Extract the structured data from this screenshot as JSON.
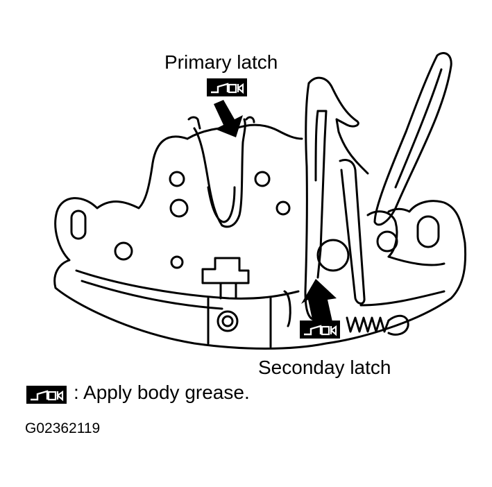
{
  "labels": {
    "primary_latch": "Primary latch",
    "secondary_latch": "Seconday latch"
  },
  "legend": {
    "text": ": Apply body grease.",
    "icon": "body-grease-symbol"
  },
  "figure_id": "G02362119",
  "colors": {
    "line": "#000000",
    "background": "#ffffff"
  }
}
